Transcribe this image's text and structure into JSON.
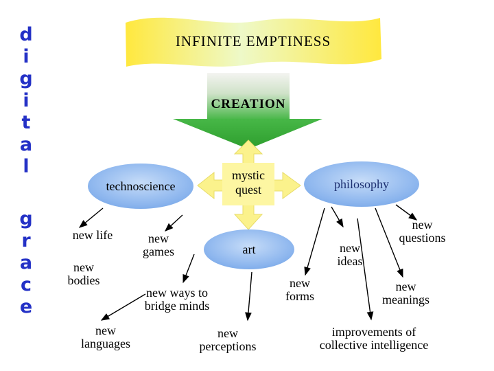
{
  "colors": {
    "letter_blue": "#2431c6",
    "banner_yellow": "#ffe83e",
    "creation_green": "#2d9e2d",
    "cross_yellow": "#fbf28c",
    "ellipse_blue": "#8db6ee",
    "philosophy_text": "#1c2f70"
  },
  "sidebar": {
    "letters": [
      "d",
      "i",
      "g",
      "i",
      "t",
      "a",
      "l",
      "g",
      "r",
      "a",
      "c",
      "e"
    ],
    "words": [
      "digital",
      "grace"
    ]
  },
  "banner": {
    "title": "INFINITE EMPTINESS"
  },
  "flow": {
    "creation": "CREATION",
    "mystic_quest": "mystic quest"
  },
  "nodes": {
    "technoscience": "technoscience",
    "philosophy": "philosophy",
    "art": "art"
  },
  "outcomes": {
    "new_life": "new life",
    "new_games": "new games",
    "new_bodies": "new bodies",
    "new_ways": "new ways to bridge minds",
    "new_languages": "new languages",
    "new_perceptions": "new perceptions",
    "new_ideas": "new ideas",
    "new_questions": "new questions",
    "new_forms": "new forms",
    "new_meanings": "new meanings",
    "improvements": "improvements of collective intelligence"
  }
}
